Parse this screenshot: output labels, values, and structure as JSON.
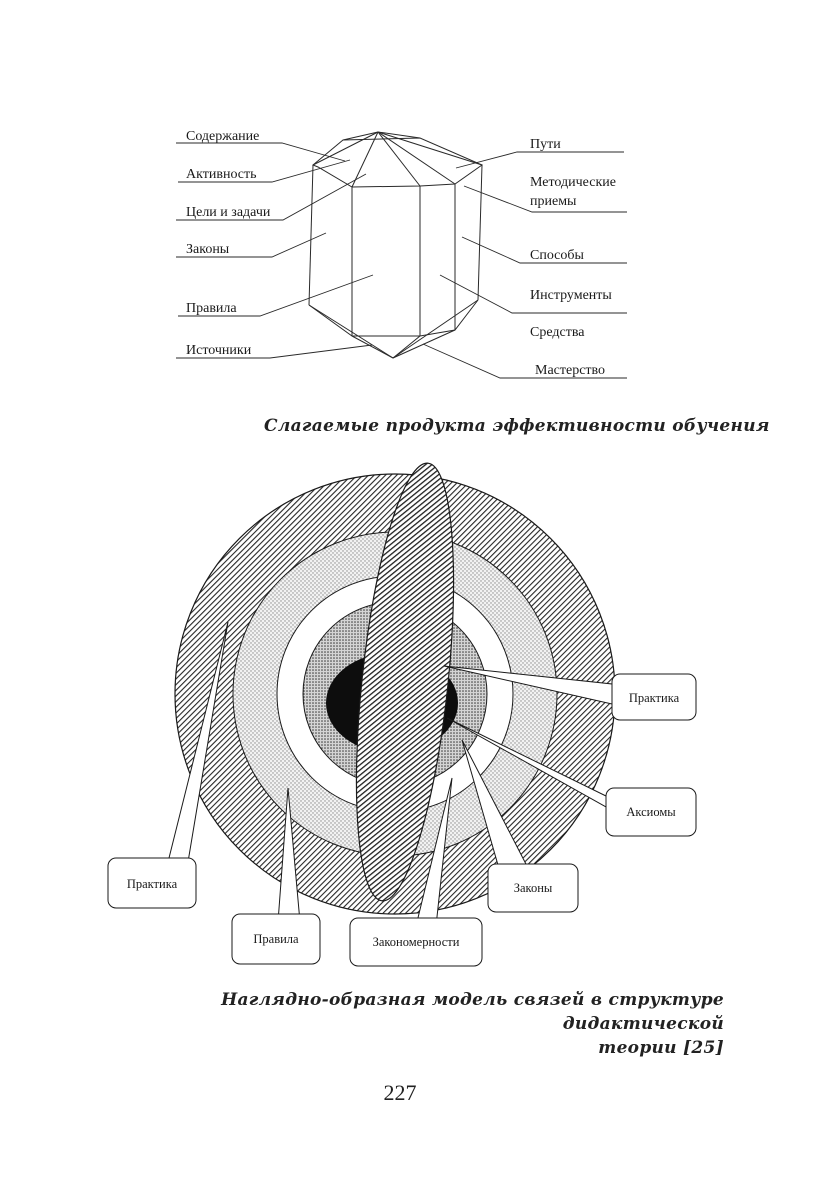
{
  "figure1": {
    "left_labels": [
      "Содержание",
      "Активность",
      "Цели и задачи",
      "Законы",
      "Правила",
      "Источники"
    ],
    "right_labels": [
      "Пути",
      "Методические",
      "приемы",
      "Способы",
      "Инструменты",
      "Средства",
      "Мастерство"
    ],
    "caption": "Слагаемые продукта эффективности обучения"
  },
  "figure2": {
    "callouts": [
      "Практика",
      "Аксиомы",
      "Законы",
      "Закономерности",
      "Правила",
      "Практика"
    ],
    "caption_line1": "Наглядно-образная модель связей в структуре дидактической",
    "caption_line2": "теории [25]"
  },
  "page_number": "227"
}
